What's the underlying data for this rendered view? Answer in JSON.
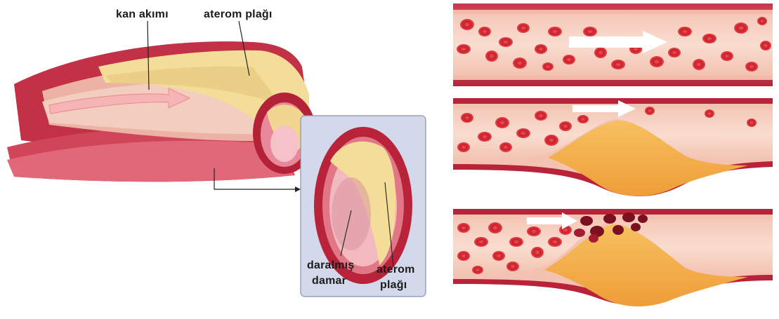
{
  "labels": {
    "blood_flow": "kan akımı",
    "plaque_top": "aterom plağı",
    "narrowed_line1": "daralmış",
    "narrowed_line2": "damar",
    "plaque_inset_line1": "aterom",
    "plaque_inset_line2": "plağı"
  },
  "colors": {
    "vessel_outer": "#b8233a",
    "vessel_wall": "#e07686",
    "lumen": "#f2b3b8",
    "plaque": "#f3dd98",
    "plaque_core": "#f0a83c",
    "blood_cell": "#d62a32",
    "clot": "#7a1020",
    "inset_bg": "#d3d8ea",
    "arrow": "#ffffff"
  }
}
